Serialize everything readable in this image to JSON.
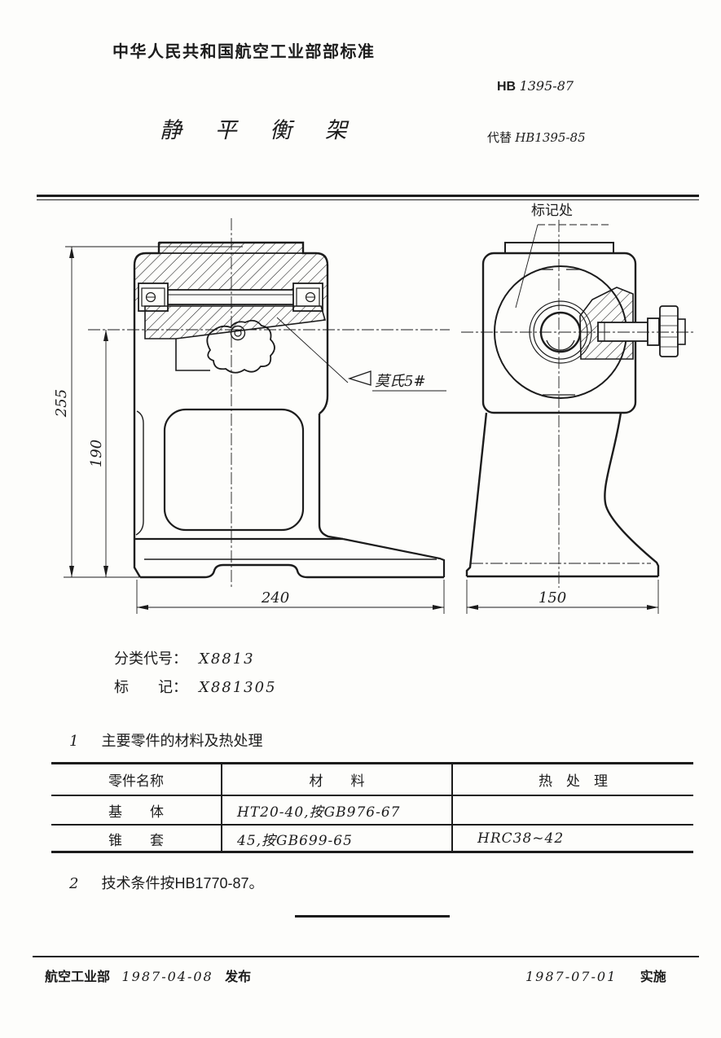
{
  "doc": {
    "header_title": "中华人民共和国航空工业部部标准",
    "standard_prefix": "HB",
    "standard_number": "1395-87",
    "title": "静 平 衡 架",
    "replaces_label": "代替",
    "replaces_number": "HB1395-85"
  },
  "drawing": {
    "mark_label": "标记处",
    "taper_note": "莫氏5#",
    "dim_total_height": "255",
    "dim_center_height": "190",
    "dim_base_width": "240",
    "dim_base_depth": "150"
  },
  "codes": {
    "class_label": "分类代号：",
    "class_value": "X8813",
    "mark_label": "标　　记：",
    "mark_value": "X881305"
  },
  "sections": {
    "s1_no": "1",
    "s1_title": "主要零件的材料及热处理",
    "s2_no": "2",
    "s2_text": "技术条件按HB1770-87。"
  },
  "table": {
    "headers": [
      "零件名称",
      "材　　料",
      "热　处　理"
    ],
    "rows": [
      {
        "part": "基　　体",
        "material": "HT20-40,按GB976-67",
        "treatment": ""
      },
      {
        "part": "锥　　套",
        "material": "45,按GB699-65",
        "treatment": "HRC38~42"
      }
    ]
  },
  "footer": {
    "org": "航空工业部",
    "issue_date": "1987-04-08",
    "issue_label": "发布",
    "impl_date": "1987-07-01",
    "impl_label": "实施"
  }
}
